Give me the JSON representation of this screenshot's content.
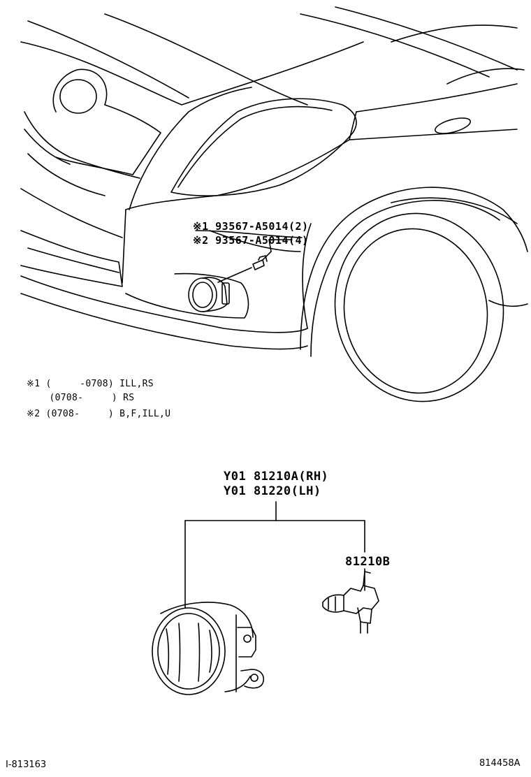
{
  "callouts": {
    "screw_1": "※1 93567-A5014(2)",
    "screw_2": "※2 93567-A5014(4)",
    "lamp_rh": "Y01 81210A(RH)",
    "lamp_lh": "Y01 81220(LH)",
    "bulb": "81210B"
  },
  "notes": [
    "※1 (     -0708) ILL,RS",
    "    (0708-     ) RS",
    "※2 (0708-     ) B,F,ILL,U"
  ],
  "footer": {
    "left_code": "I-813163",
    "right_code": "814458A"
  }
}
